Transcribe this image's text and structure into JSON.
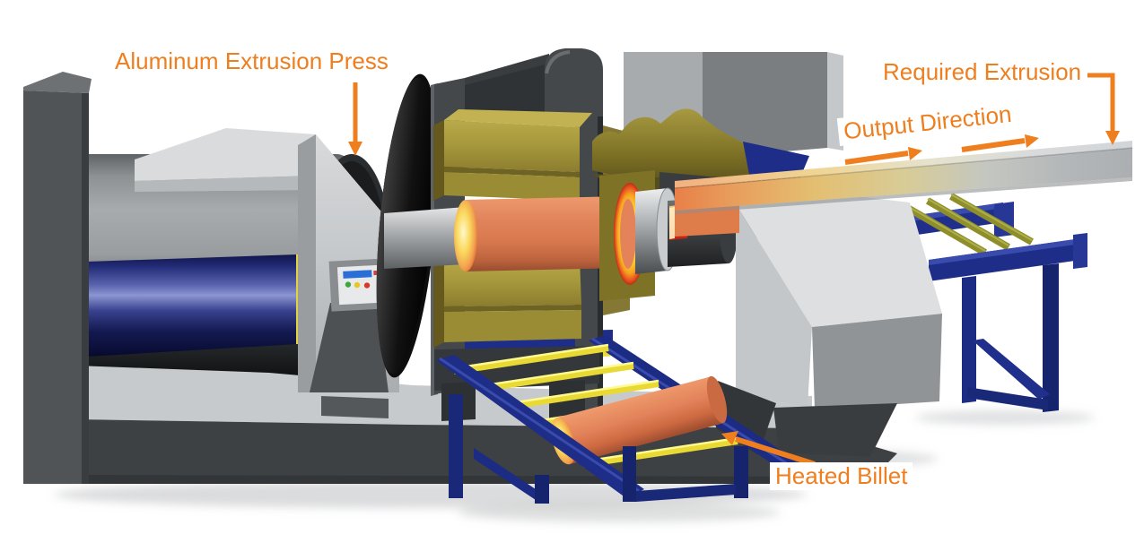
{
  "labels": {
    "press": "Aluminum Extrusion Press",
    "required_extrusion": "Required Extrusion",
    "output_direction": "Output Direction",
    "heated_billet": "Heated Billet"
  },
  "colors": {
    "accent_orange": "#EE7E1E",
    "billet_orange": "#DF7F54",
    "container_gold": "#A5973B",
    "tooling_olive": "#7E7226",
    "frame_navy": "#1E2D88",
    "roller_yellow": "#E8D935",
    "runout_roller_olive": "#8E8E2A",
    "ram_blue": "#232B7A",
    "machine_light_gray": "#C6C9CB",
    "machine_dark_gray": "#3E4143",
    "die_glow_yellow": "#FFD62E",
    "die_glow_red": "#E8401E",
    "extrusion_steel_gray": "#AEB1B3"
  }
}
